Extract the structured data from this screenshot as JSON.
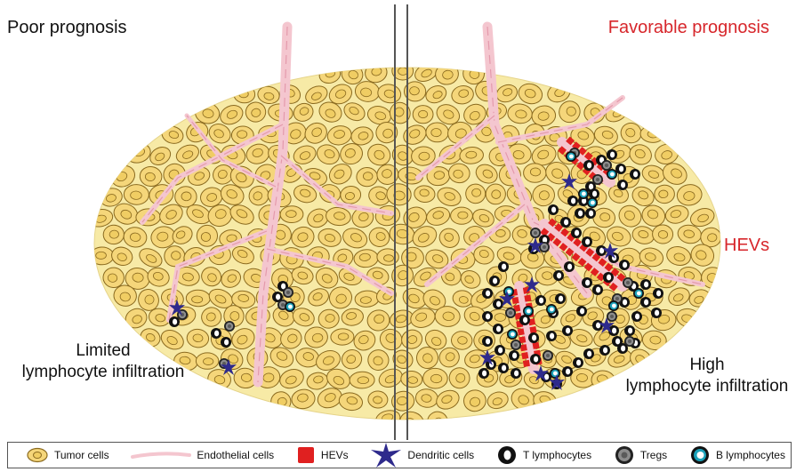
{
  "titles": {
    "left": "Poor prognosis",
    "right": "Favorable prognosis"
  },
  "labels": {
    "hevs": "HEVs",
    "left_caption_line1": "Limited",
    "left_caption_line2": "lymphocyte infiltration",
    "right_caption_line1": "High",
    "right_caption_line2": "lymphocyte infiltration"
  },
  "legend": [
    {
      "key": "tumor",
      "label": "Tumor cells",
      "icon": "tumor-cell-icon"
    },
    {
      "key": "endothelial",
      "label": "Endothelial cells",
      "icon": "endothelial-cell-icon"
    },
    {
      "key": "hev",
      "label": "HEVs",
      "icon": "hev-icon"
    },
    {
      "key": "dc",
      "label": "Dendritic cells",
      "icon": "dendritic-cell-icon"
    },
    {
      "key": "t",
      "label": "T lymphocytes",
      "icon": "t-lymphocyte-icon"
    },
    {
      "key": "treg",
      "label": "Tregs",
      "icon": "treg-icon"
    },
    {
      "key": "b",
      "label": "B lymphocytes",
      "icon": "b-lymphocyte-icon"
    }
  ],
  "colors": {
    "tumor_fill": "#f5d67a",
    "tumor_stroke": "#8a6a1f",
    "tissue_bg": "#f7eaa6",
    "endothelial": "#f4c6cf",
    "endothelial_dash": "#e49aac",
    "hev": "#e02020",
    "dendritic": "#2e2a8c",
    "treg": "#8c8c8c",
    "b_ring": "#1aa0b8",
    "title_red": "#d7262b",
    "divider": "#555555"
  }
}
